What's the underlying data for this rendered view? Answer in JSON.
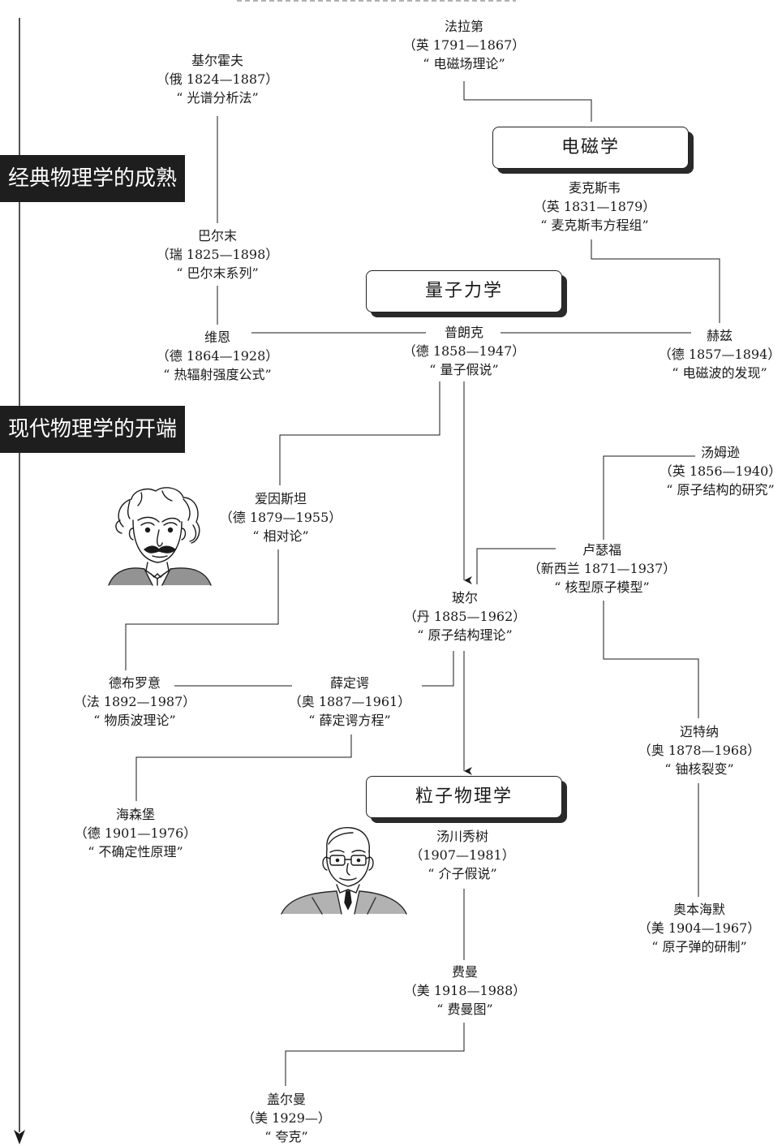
{
  "eras": {
    "classical": "经典物理学的成熟",
    "modern": "现代物理学的开端"
  },
  "fields": {
    "electromagnetism": "电磁学",
    "quantum_mechanics": "量子力学",
    "particle_physics": "粒子物理学"
  },
  "scientists": {
    "faraday": {
      "name": "法拉第",
      "info": "（英 1791—1867）",
      "work": "“ 电磁场理论”"
    },
    "kirchhoff": {
      "name": "基尔霍夫",
      "info": "（俄 1824—1887）",
      "work": "“ 光谱分析法”"
    },
    "maxwell": {
      "name": "麦克斯韦",
      "info": "（英 1831—1879）",
      "work": "“ 麦克斯韦方程组”"
    },
    "balmer": {
      "name": "巴尔末",
      "info": "（瑞 1825—1898）",
      "work": "“ 巴尔末系列”"
    },
    "wien": {
      "name": "维恩",
      "info": "（德 1864—1928）",
      "work": "“ 热辐射强度公式”"
    },
    "planck": {
      "name": "普朗克",
      "info": "（德 1858—1947）",
      "work": "“ 量子假说”"
    },
    "hertz": {
      "name": "赫兹",
      "info": "（德 1857—1894）",
      "work": "“ 电磁波的发现”"
    },
    "thomson": {
      "name": "汤姆逊",
      "info": "（英 1856—1940）",
      "work": "“ 原子结构的研究”"
    },
    "einstein": {
      "name": "爱因斯坦",
      "info": "（德 1879—1955）",
      "work": "“ 相对论”"
    },
    "rutherford": {
      "name": "卢瑟福",
      "info": "（新西兰 1871—1937）",
      "work": "“ 核型原子模型”"
    },
    "bohr": {
      "name": "玻尔",
      "info": "（丹 1885—1962）",
      "work": "“ 原子结构理论”"
    },
    "debroglie": {
      "name": "德布罗意",
      "info": "（法 1892—1987）",
      "work": "“ 物质波理论”"
    },
    "schrodinger": {
      "name": "薛定谔",
      "info": "（奥 1887—1961）",
      "work": "“ 薛定谔方程”"
    },
    "meitner": {
      "name": "迈特纳",
      "info": "（奥 1878—1968）",
      "work": "“ 铀核裂变”"
    },
    "heisenberg": {
      "name": "海森堡",
      "info": "（德 1901—1976）",
      "work": "“ 不确定性原理”"
    },
    "yukawa": {
      "name": "汤川秀树",
      "info": "（1907—1981）",
      "work": "“ 介子假说”"
    },
    "oppenheimer": {
      "name": "奥本海默",
      "info": "（美 1904—1967）",
      "work": "“ 原子弹的研制”"
    },
    "feynman": {
      "name": "费曼",
      "info": "（美 1918—1988）",
      "work": "“ 费曼图”"
    },
    "gellmann": {
      "name": "盖尔曼",
      "info": "（美 1929—）",
      "work": "“ 夸克”"
    }
  },
  "portraits": {
    "einstein": "einstein-portrait",
    "yukawa": "yukawa-portrait"
  },
  "colors": {
    "line": "#1a1a1a",
    "era_band": "#1e1e1e",
    "text": "#1a1a1a"
  }
}
